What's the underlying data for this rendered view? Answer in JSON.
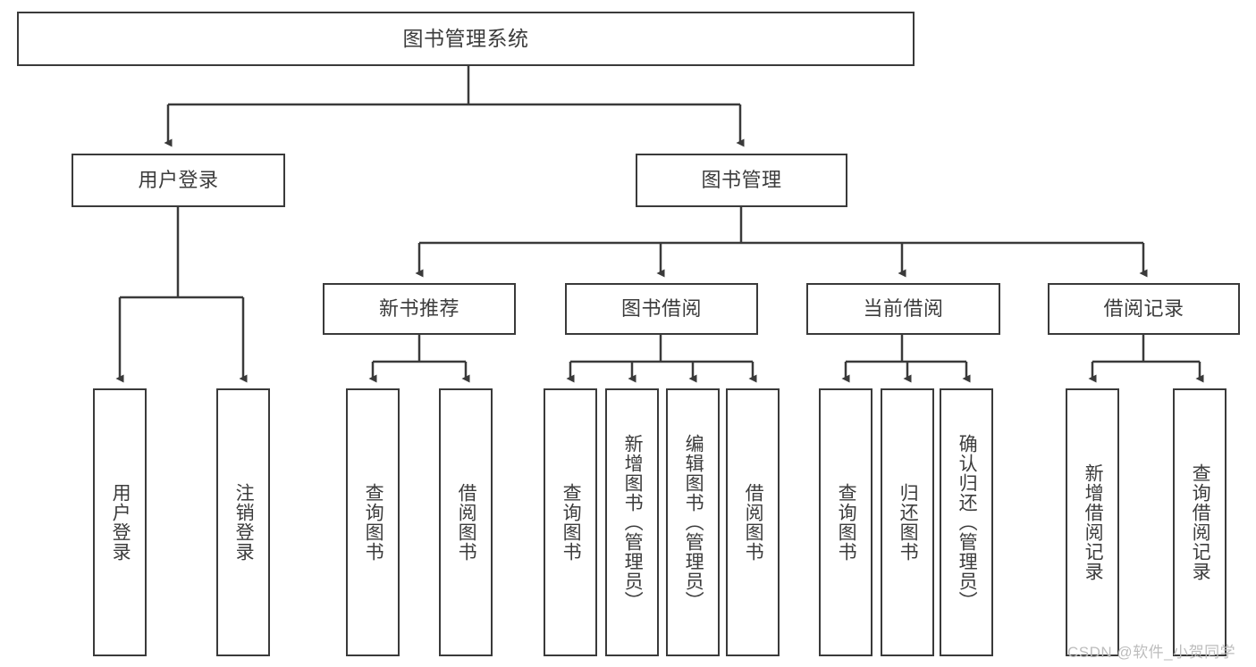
{
  "diagram": {
    "title": "图书管理系统",
    "watermark": "CSDN @软件_小贺同学",
    "colors": {
      "border": "#3a3a3a",
      "text": "#3c3c3c",
      "background": "#ffffff",
      "watermark": "#bdbdbd"
    },
    "levels": {
      "root": {
        "label": "图书管理系统"
      },
      "level1": [
        {
          "label": "用户登录"
        },
        {
          "label": "图书管理"
        }
      ],
      "level2": [
        {
          "label": "新书推荐"
        },
        {
          "label": "图书借阅"
        },
        {
          "label": "当前借阅"
        },
        {
          "label": "借阅记录"
        }
      ],
      "leaves": {
        "user_login": [
          {
            "label": "用户登录"
          },
          {
            "label": "注销登录"
          }
        ],
        "new_book_recommend": [
          {
            "label": "查询图书"
          },
          {
            "label": "借阅图书"
          }
        ],
        "book_borrow": [
          {
            "label": "查询图书"
          },
          {
            "label": "新增图书（管理员）"
          },
          {
            "label": "编辑图书（管理员）"
          },
          {
            "label": "借阅图书"
          }
        ],
        "current_borrow": [
          {
            "label": "查询图书"
          },
          {
            "label": "归还图书"
          },
          {
            "label": "确认归还（管理员）"
          }
        ],
        "borrow_record": [
          {
            "label": "新增借阅记录"
          },
          {
            "label": "查询借阅记录"
          }
        ]
      }
    }
  }
}
